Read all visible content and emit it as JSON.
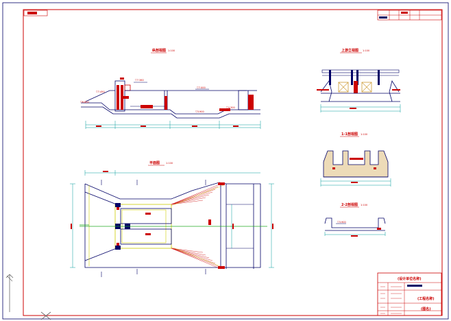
{
  "sheet": {
    "title_block": {
      "line1": "(设计单位名称)",
      "line2": "(工程名称)",
      "line3": "(图名)"
    }
  },
  "views": {
    "longitudinal": {
      "title": "纵剖视图",
      "scale": "1:100"
    },
    "upstream": {
      "title": "上游立视图",
      "scale": "1:100"
    },
    "plan": {
      "title": "平面图",
      "scale": "1:100"
    },
    "section1": {
      "title": "1-1剖视图",
      "scale": "1:100"
    },
    "section2": {
      "title": "2-2剖视图",
      "scale": "1:100"
    }
  },
  "colors": {
    "border": "#cc0000",
    "primary_line": "#000066",
    "centerline": "#22aa22",
    "dimension": "#009999",
    "fill": "#cc0000",
    "hatch": "#cc9933",
    "hidden": "#cccc00"
  }
}
